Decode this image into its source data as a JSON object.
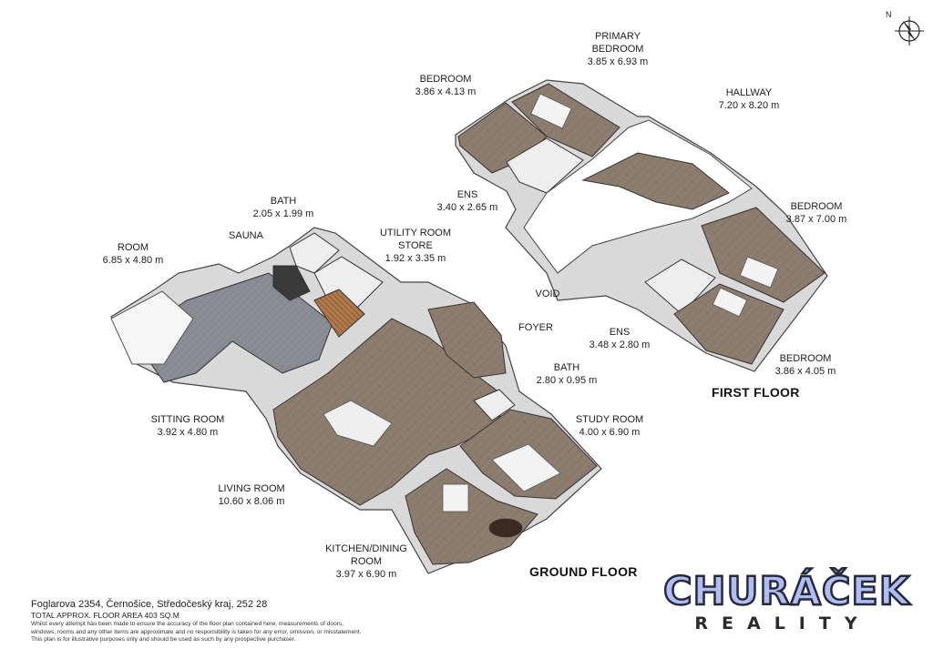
{
  "compass": {
    "north_label": "N",
    "icon": "compass-rose-icon"
  },
  "floors": {
    "ground": "GROUND FLOOR",
    "first": "FIRST FLOOR"
  },
  "rooms": {
    "primary_bedroom": {
      "name": "PRIMARY\nBEDROOM",
      "dim": "3.85 x 6.93 m"
    },
    "bedroom_1": {
      "name": "BEDROOM",
      "dim": "3.86 x 4.13 m"
    },
    "hallway": {
      "name": "HALLWAY",
      "dim": "7.20 x 8.20 m"
    },
    "ens_1": {
      "name": "ENS",
      "dim": "3.40 x 2.65 m"
    },
    "bedroom_2": {
      "name": "BEDROOM",
      "dim": "3.87 x 7.00 m"
    },
    "void": {
      "name": "VOID"
    },
    "ens_2": {
      "name": "ENS",
      "dim": "3.48 x 2.80 m"
    },
    "bedroom_3": {
      "name": "BEDROOM",
      "dim": "3.86 x 4.05 m"
    },
    "bath_1": {
      "name": "BATH",
      "dim": "2.05 x 1.99 m"
    },
    "sauna": {
      "name": "SAUNA"
    },
    "utility": {
      "name": "UTILITY ROOM\nSTORE",
      "dim": "1.92 x 3.35 m"
    },
    "room": {
      "name": "ROOM",
      "dim": "6.85 x 4.80 m"
    },
    "foyer": {
      "name": "FOYER"
    },
    "bath_2": {
      "name": "BATH",
      "dim": "2.80 x 0.95 m"
    },
    "sitting": {
      "name": "SITTING ROOM",
      "dim": "3.92 x 4.80 m"
    },
    "study": {
      "name": "STUDY ROOM",
      "dim": "4.00 x 6.90 m"
    },
    "living": {
      "name": "LIVING ROOM",
      "dim": "10.60 x 8.06 m"
    },
    "kitchen": {
      "name": "KITCHEN/DINING\nROOM",
      "dim": "3.97 x 6.90 m"
    }
  },
  "footer": {
    "address": "Foglarova 2354, Černošice, Středočeský kraj, 252 28",
    "total_area": "TOTAL APPROX. FLOOR AREA 403 SQ.M",
    "disclaimer_1": "Whilst every attempt has been made to ensure the accuracy of the floor plan contained here, measurements of doors,",
    "disclaimer_2": "windows, rooms and any other items are approximate and no responsibility is taken for any error, omission, or misstatement.",
    "disclaimer_3": "This plan is for illustrative purposes only and should be used as such by any prospective purchaser."
  },
  "brand": {
    "name": "CHURÁČEK",
    "sub": "REALITY"
  },
  "colors": {
    "floor_wood": "#8d7d6e",
    "floor_grey": "#8a8c96",
    "wall_top": "#ffffff",
    "wall_side": "#d7d7d7",
    "outline": "#444444",
    "brand_fill": "#aebdf3"
  }
}
